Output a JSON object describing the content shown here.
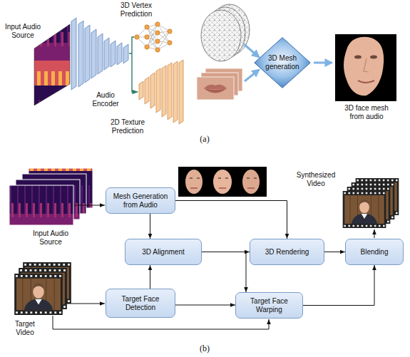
{
  "diagram": {
    "nodes": [
      {
        "text": [
          "3D Mesh generation"
        ]
      },
      {
        "text": [
          "Mesh Generation from Audio"
        ]
      },
      {
        "text": [
          "3D Alignment"
        ]
      },
      {
        "text": [
          "3D Rendering"
        ]
      },
      {
        "text": [
          "Blending"
        ]
      },
      {
        "text": [
          "Target Face Detection"
        ]
      },
      {
        "text": [
          "Target Face Warping"
        ]
      }
    ],
    "edges": [
      {
        "from": 1,
        "to": 2,
        "arrow": "to"
      },
      {
        "from": 1,
        "to": 3,
        "arrow": "to"
      },
      {
        "from": 2,
        "to": 3,
        "arrow": "to"
      },
      {
        "from": 2,
        "to": 6,
        "arrow": "to"
      },
      {
        "from": 3,
        "to": 4,
        "arrow": "to"
      },
      {
        "from": 5,
        "to": 2,
        "arrow": "to"
      },
      {
        "from": 5,
        "to": 6,
        "arrow": "to"
      },
      {
        "from": 6,
        "to": 4,
        "arrow": "to"
      }
    ],
    "labels": [
      "Input Audio Source",
      "3D Vertex Prediction",
      "Audio Encoder",
      "2D Texture Prediction",
      "3D face mesh from audio",
      "(a)",
      "Input Audio Source",
      "Synthesized Video",
      "Target Video",
      "(b)"
    ]
  }
}
